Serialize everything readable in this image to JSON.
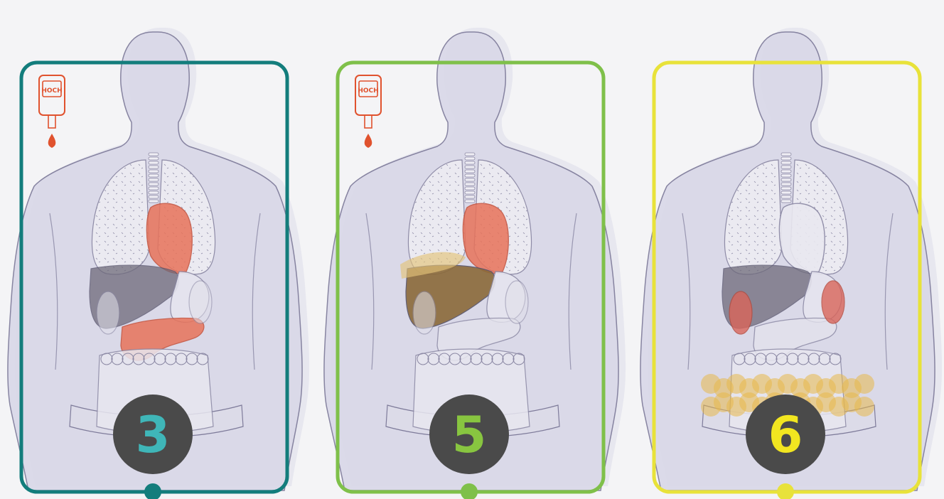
{
  "panels": [
    {
      "id": "panel-1",
      "number": "3",
      "frame_color": "#137d7c",
      "number_color": "#3fb6b8",
      "highlighted_organs": [
        "heart",
        "pancreas"
      ],
      "liver_color": "#6e6a7a",
      "show_glucose_meter": true,
      "meter_label": "HOCH",
      "meter_color": "#e0522e",
      "show_belly_fat": false
    },
    {
      "id": "panel-2",
      "number": "5",
      "frame_color": "#7fc04a",
      "number_color": "#88c540",
      "highlighted_organs": [
        "heart",
        "liver"
      ],
      "liver_color": "#8b6a3a",
      "show_glucose_meter": true,
      "meter_label": "HOCH",
      "meter_color": "#e0522e",
      "show_belly_fat": false
    },
    {
      "id": "panel-3",
      "number": "6",
      "frame_color": "#e8e23a",
      "number_color": "#f2e620",
      "highlighted_organs": [
        "kidneys"
      ],
      "liver_color": "#6e6a7a",
      "show_glucose_meter": false,
      "meter_label": "",
      "meter_color": "#e0522e",
      "show_belly_fat": true
    }
  ],
  "colors": {
    "background": "#f4f4f6",
    "body_fill": "#d9d8e8",
    "body_stroke": "#7e7b9a",
    "organ_fill": "#e6e5ef",
    "organ_stroke": "#8a87a3",
    "highlight": "#e8735a",
    "badge": "#4a4a4a",
    "fat": "#e8b84a"
  }
}
